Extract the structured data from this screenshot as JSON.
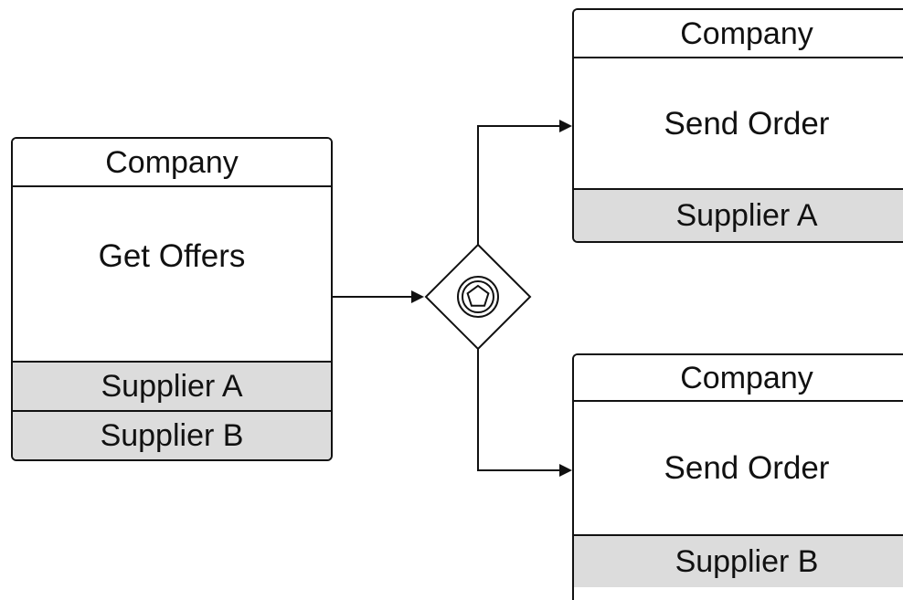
{
  "diagram": {
    "get_offers": {
      "participant_top": "Company",
      "task_name": "Get Offers",
      "participants_bottom": [
        "Supplier A",
        "Supplier B"
      ]
    },
    "send_order_a": {
      "participant_top": "Company",
      "task_name": "Send Order",
      "participant_bottom": "Supplier A"
    },
    "send_order_b": {
      "participant_top": "Company",
      "task_name": "Send Order",
      "participant_bottom": "Supplier B"
    },
    "gateway": {
      "icon": "pentagon-event-icon"
    },
    "colors": {
      "line": "#111111",
      "band_fill": "#dcdcdc",
      "task_fill": "#ffffff"
    }
  }
}
